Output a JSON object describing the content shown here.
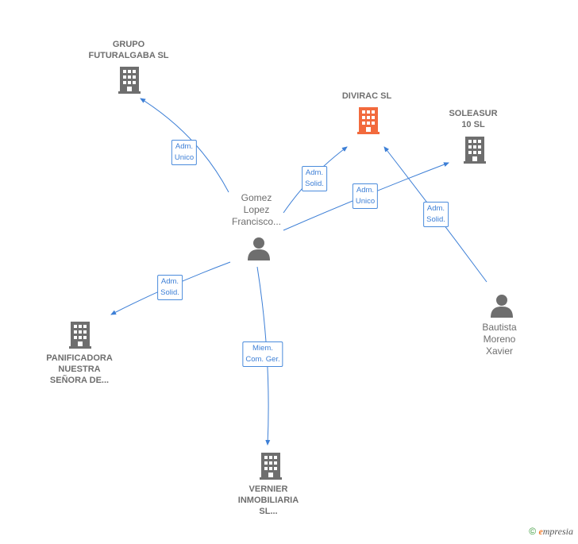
{
  "nodes": {
    "grupo": {
      "label": "GRUPO\nFUTURALGABA SL",
      "type": "company"
    },
    "divirac": {
      "label": "DIVIRAC  SL",
      "type": "company-focus"
    },
    "soleasur": {
      "label": "SOLEASUR\n10 SL",
      "type": "company"
    },
    "gomez": {
      "label": "Gomez\nLopez\nFrancisco...",
      "type": "person"
    },
    "bautista": {
      "label": "Bautista\nMoreno\nXavier",
      "type": "person"
    },
    "panificadora": {
      "label": "PANIFICADORA\nNUESTRA\nSEÑORA DE...",
      "type": "company"
    },
    "vernier": {
      "label": "VERNIER\nINMOBILIARIA\nSL...",
      "type": "company"
    }
  },
  "edges": {
    "gomez_grupo": "Adm.\nUnico",
    "gomez_divirac": "Adm.\nSolid.",
    "gomez_soleasur": "Adm.\nUnico",
    "bautista_divirac": "Adm.\nSolid.",
    "gomez_panificadora": "Adm.\nSolid.",
    "gomez_vernier": "Miem.\nCom. Ger."
  },
  "colors": {
    "company": "#6e6e6e",
    "focus": "#f26a3d",
    "edge": "#3d7fd6"
  },
  "footer": {
    "copyright": "©",
    "brand_e": "e",
    "brand_rest": "mpresia"
  }
}
